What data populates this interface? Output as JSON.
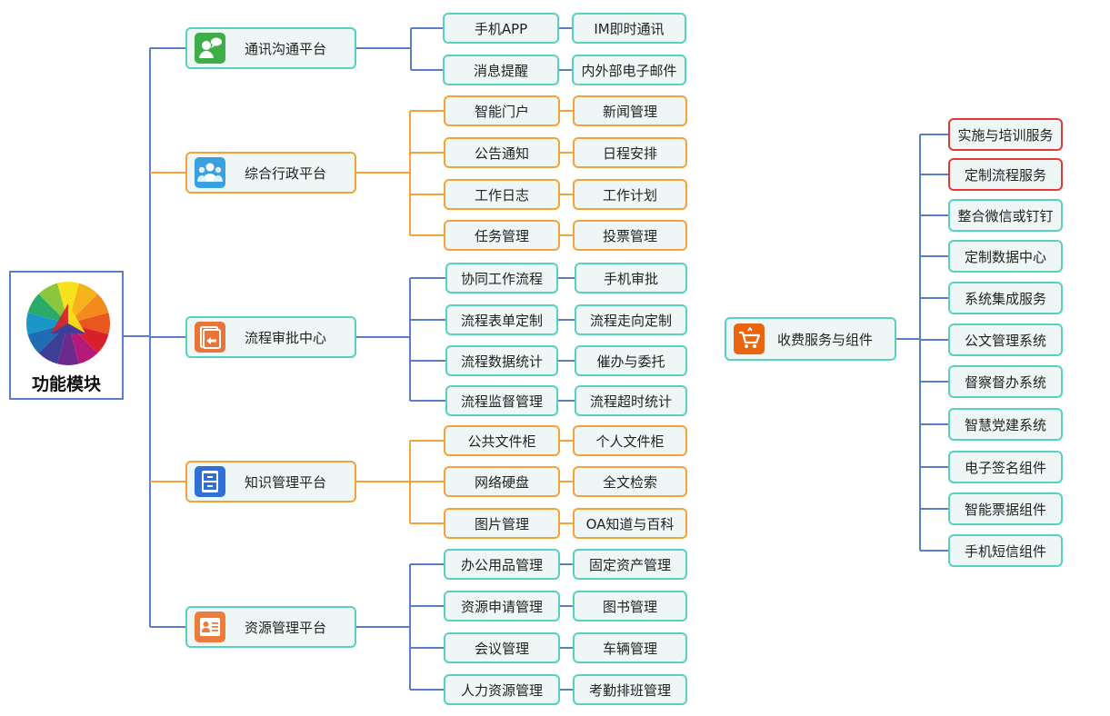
{
  "root": {
    "title": "功能模块",
    "icon": "color-wheel-icon"
  },
  "colors": {
    "blue": "#5b7ec6",
    "orange": "#f3a33a",
    "teal": "#58d2c0",
    "red": "#e23a3a",
    "fill": "#eef7f6"
  },
  "categories": [
    {
      "id": "comm",
      "label": "通讯沟通平台",
      "icon": "chat-user-icon",
      "items": [
        [
          "手机APP",
          "IM即时通讯"
        ],
        [
          "消息提醒",
          "内外部电子邮件"
        ]
      ]
    },
    {
      "id": "admin",
      "label": "综合行政平台",
      "icon": "group-users-icon",
      "items": [
        [
          "智能门户",
          "新闻管理"
        ],
        [
          "公告通知",
          "日程安排"
        ],
        [
          "工作日志",
          "工作计划"
        ],
        [
          "任务管理",
          "投票管理"
        ]
      ]
    },
    {
      "id": "flow",
      "label": "流程审批中心",
      "icon": "document-flow-icon",
      "items": [
        [
          "协同工作流程",
          "手机审批"
        ],
        [
          "流程表单定制",
          "流程走向定制"
        ],
        [
          "流程数据统计",
          "催办与委托"
        ],
        [
          "流程监督管理",
          "流程超时统计"
        ]
      ]
    },
    {
      "id": "know",
      "label": "知识管理平台",
      "icon": "file-cabinet-icon",
      "items": [
        [
          "公共文件柜",
          "个人文件柜"
        ],
        [
          "网络硬盘",
          "全文检索"
        ],
        [
          "图片管理",
          "OA知道与百科"
        ]
      ]
    },
    {
      "id": "res",
      "label": "资源管理平台",
      "icon": "id-card-icon",
      "items": [
        [
          "办公用品管理",
          "固定资产管理"
        ],
        [
          "资源申请管理",
          "图书管理"
        ],
        [
          "会议管理",
          "车辆管理"
        ],
        [
          "人力资源管理",
          "考勤排班管理"
        ]
      ]
    }
  ],
  "paid": {
    "label": "收费服务与组件",
    "icon": "shopping-cart-icon",
    "items": [
      "实施与培训服务",
      "定制流程服务",
      "整合微信或钉钉",
      "定制数据中心",
      "系统集成服务",
      "公文管理系统",
      "督察督办系统",
      "智慧党建系统",
      "电子签名组件",
      "智能票据组件",
      "手机短信组件"
    ]
  }
}
